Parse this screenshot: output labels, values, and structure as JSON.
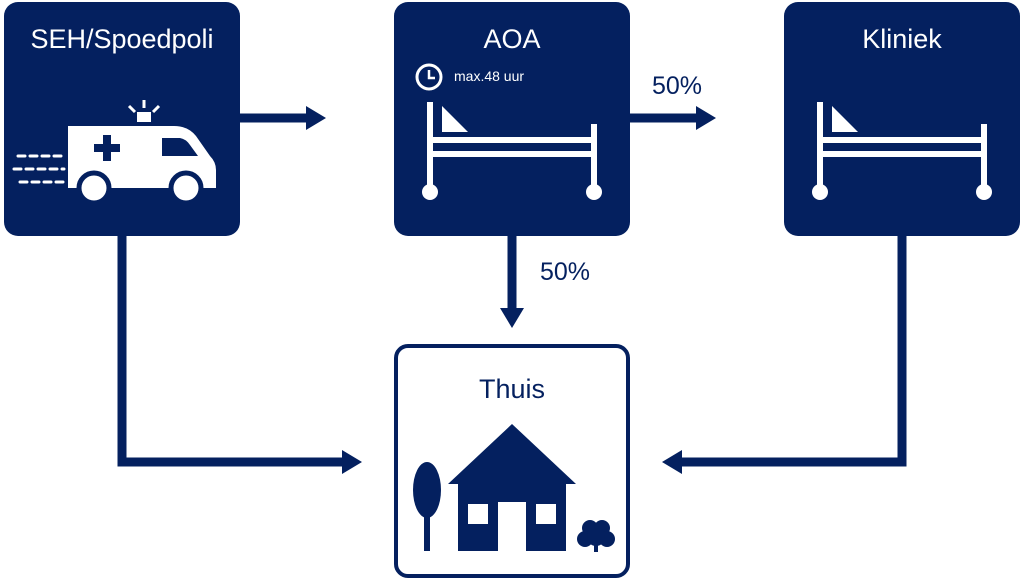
{
  "colors": {
    "navy": "#04205f",
    "white": "#ffffff"
  },
  "nodes": {
    "seh": {
      "title": "SEH/Spoedpoli",
      "icon": "ambulance-icon"
    },
    "aoa": {
      "title": "AOA",
      "note": "max.48 uur",
      "icon": "bed-icon"
    },
    "kliniek": {
      "title": "Kliniek",
      "icon": "bed-icon"
    },
    "thuis": {
      "title": "Thuis",
      "icon": "house-icon"
    }
  },
  "edges": {
    "aoa_to_kliniek": "50%",
    "aoa_to_thuis": "50%"
  }
}
